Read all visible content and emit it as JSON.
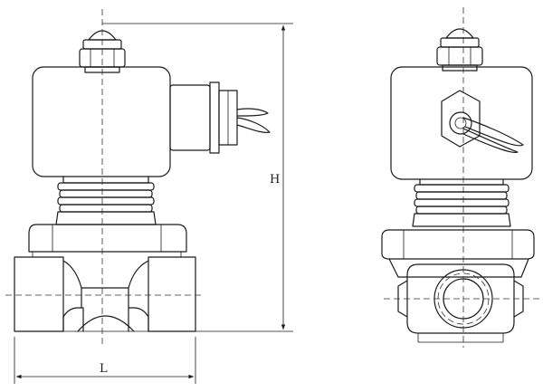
{
  "dimensions": {
    "height_label": "H",
    "length_label": "L"
  },
  "views": [
    "front-view",
    "side-view"
  ]
}
